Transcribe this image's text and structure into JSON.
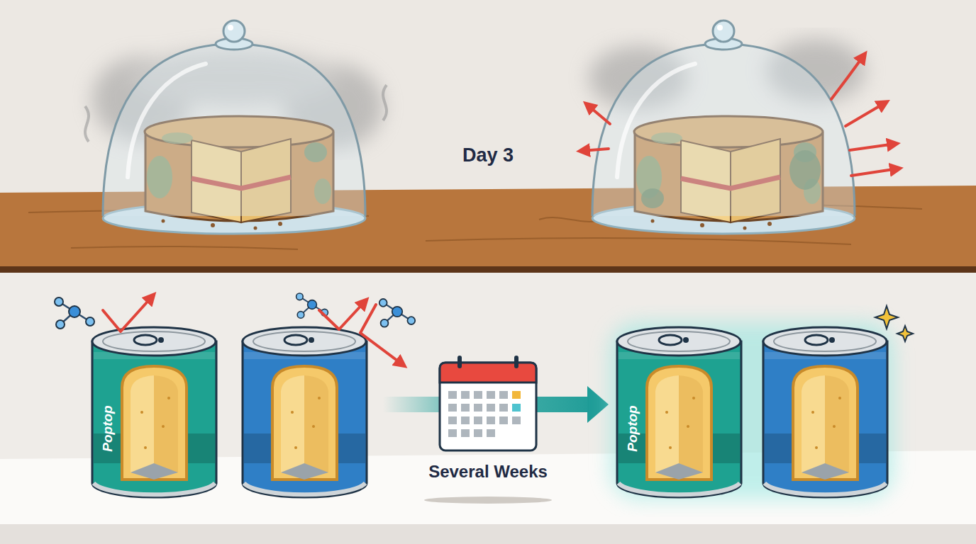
{
  "diagram": {
    "labels": [
      "Day 3",
      "Poptop",
      "Several Weeks",
      "Poptop"
    ]
  }
}
